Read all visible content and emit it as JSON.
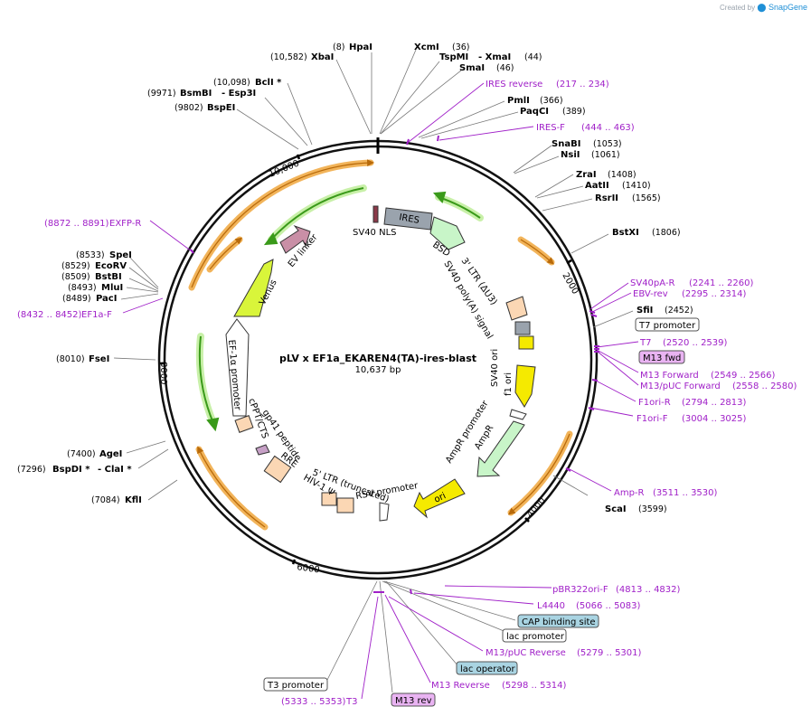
{
  "credit": {
    "prefix": "Created by",
    "brand": "SnapGene"
  },
  "title": "pLV x EF1a_EKAREN4(TA)-ires-blast",
  "length": "10,637 bp",
  "ticks": [
    "2000",
    "4000",
    "6000",
    "8000",
    "10,000"
  ],
  "features": [
    "IRES",
    "BSD",
    "SV40 NLS",
    "3' LTR (ΔU3)",
    "SV40 poly(A) signal",
    "SV40 ori",
    "f1 ori",
    "AmpR promoter",
    "AmpR",
    "ori",
    "RSV promoter",
    "5' LTR (truncated)",
    "HIV-1 Ψ",
    "RRE",
    "gp41 peptide",
    "cPPT/CTS",
    "EF-1α promoter",
    "Venus",
    "EV linker"
  ],
  "sites": [
    {
      "name": "HpaI",
      "pos": "(8)"
    },
    {
      "name": "XbaI",
      "pos": "(10,582)"
    },
    {
      "name": "XcmI",
      "pos": "(36)"
    },
    {
      "name": "TspMI",
      "extra": "- XmaI",
      "pos": "(44)"
    },
    {
      "name": "SmaI",
      "pos": "(46)"
    },
    {
      "name": "BclI *",
      "pos": "(10,098)"
    },
    {
      "name": "BsmBI",
      "extra": "- Esp3I",
      "pos": "(9971)"
    },
    {
      "name": "BspEI",
      "pos": "(9802)"
    },
    {
      "name": "PmlI",
      "pos": "(366)"
    },
    {
      "name": "PaqCI",
      "pos": "(389)"
    },
    {
      "name": "SnaBI",
      "pos": "(1053)"
    },
    {
      "name": "NsiI",
      "pos": "(1061)"
    },
    {
      "name": "ZraI",
      "pos": "(1408)"
    },
    {
      "name": "AatII",
      "pos": "(1410)"
    },
    {
      "name": "RsrII",
      "pos": "(1565)"
    },
    {
      "name": "BstXI",
      "pos": "(1806)"
    },
    {
      "name": "SfiI",
      "pos": "(2452)"
    },
    {
      "name": "ScaI",
      "pos": "(3599)"
    },
    {
      "name": "SpeI",
      "pos": "(8533)"
    },
    {
      "name": "EcoRV",
      "pos": "(8529)"
    },
    {
      "name": "BstBI",
      "pos": "(8509)"
    },
    {
      "name": "MluI",
      "pos": "(8493)"
    },
    {
      "name": "PacI",
      "pos": "(8489)"
    },
    {
      "name": "FseI",
      "pos": "(8010)"
    },
    {
      "name": "AgeI",
      "pos": "(7400)"
    },
    {
      "name": "BspDI *",
      "extra": "- ClaI *",
      "pos": "(7296)"
    },
    {
      "name": "KflI",
      "pos": "(7084)"
    }
  ],
  "primers": [
    {
      "name": "IRES reverse",
      "pos": "(217 .. 234)"
    },
    {
      "name": "IRES-F",
      "pos": "(444 .. 463)"
    },
    {
      "name": "SV40pA-R",
      "pos": "(2241 .. 2260)"
    },
    {
      "name": "EBV-rev",
      "pos": "(2295 .. 2314)"
    },
    {
      "name": "T7",
      "pos": "(2520 .. 2539)"
    },
    {
      "name": "M13 Forward",
      "pos": "(2549 .. 2566)"
    },
    {
      "name": "M13/pUC Forward",
      "pos": "(2558 .. 2580)"
    },
    {
      "name": "F1ori-R",
      "pos": "(2794 .. 2813)"
    },
    {
      "name": "F1ori-F",
      "pos": "(3004 .. 3025)"
    },
    {
      "name": "Amp-R",
      "pos": "(3511 .. 3530)"
    },
    {
      "name": "pBR322ori-F",
      "pos": "(4813 .. 4832)"
    },
    {
      "name": "L4440",
      "pos": "(5066 .. 5083)"
    },
    {
      "name": "M13/pUC Reverse",
      "pos": "(5279 .. 5301)"
    },
    {
      "name": "M13 Reverse",
      "pos": "(5298 .. 5314)"
    },
    {
      "name": "T3",
      "pos": "(5333 .. 5353)"
    },
    {
      "name": "EXFP-R",
      "pos": "(8872 .. 8891)"
    },
    {
      "name": "EF1a-F",
      "pos": "(8432 .. 8452)"
    }
  ],
  "boxes": [
    "T7 promoter",
    "M13 fwd",
    "CAP binding site",
    "lac promoter",
    "lac operator",
    "T3 promoter",
    "M13 rev"
  ],
  "colors": {
    "primer": "#a020c8",
    "orf": "#f5a623",
    "green_arrow": "#3a9a1a",
    "m13": "#e9b3f2",
    "lacop": "#a9d4e2",
    "cap": "#a9d4e2"
  }
}
